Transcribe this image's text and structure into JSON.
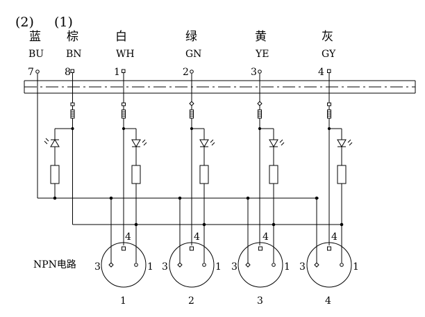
{
  "top_labels": [
    "(2)",
    "(1)"
  ],
  "wires": [
    {
      "cn": "蓝",
      "code": "BU",
      "pin": "7"
    },
    {
      "cn": "棕",
      "code": "BN",
      "pin": "8"
    },
    {
      "cn": "白",
      "code": "WH",
      "pin": "1"
    },
    {
      "cn": "绿",
      "code": "GN",
      "pin": "2"
    },
    {
      "cn": "黄",
      "code": "YE",
      "pin": "3"
    },
    {
      "cn": "灰",
      "code": "GY",
      "pin": "4"
    }
  ],
  "circuit_label": "NPN电路",
  "connectors": [
    {
      "number": "1",
      "pin_top": "4",
      "pin_left": "3",
      "pin_right": "1"
    },
    {
      "number": "2",
      "pin_top": "4",
      "pin_left": "3",
      "pin_right": "1"
    },
    {
      "number": "3",
      "pin_top": "4",
      "pin_left": "3",
      "pin_right": "1"
    },
    {
      "number": "4",
      "pin_top": "4",
      "pin_left": "3",
      "pin_right": "1"
    }
  ]
}
